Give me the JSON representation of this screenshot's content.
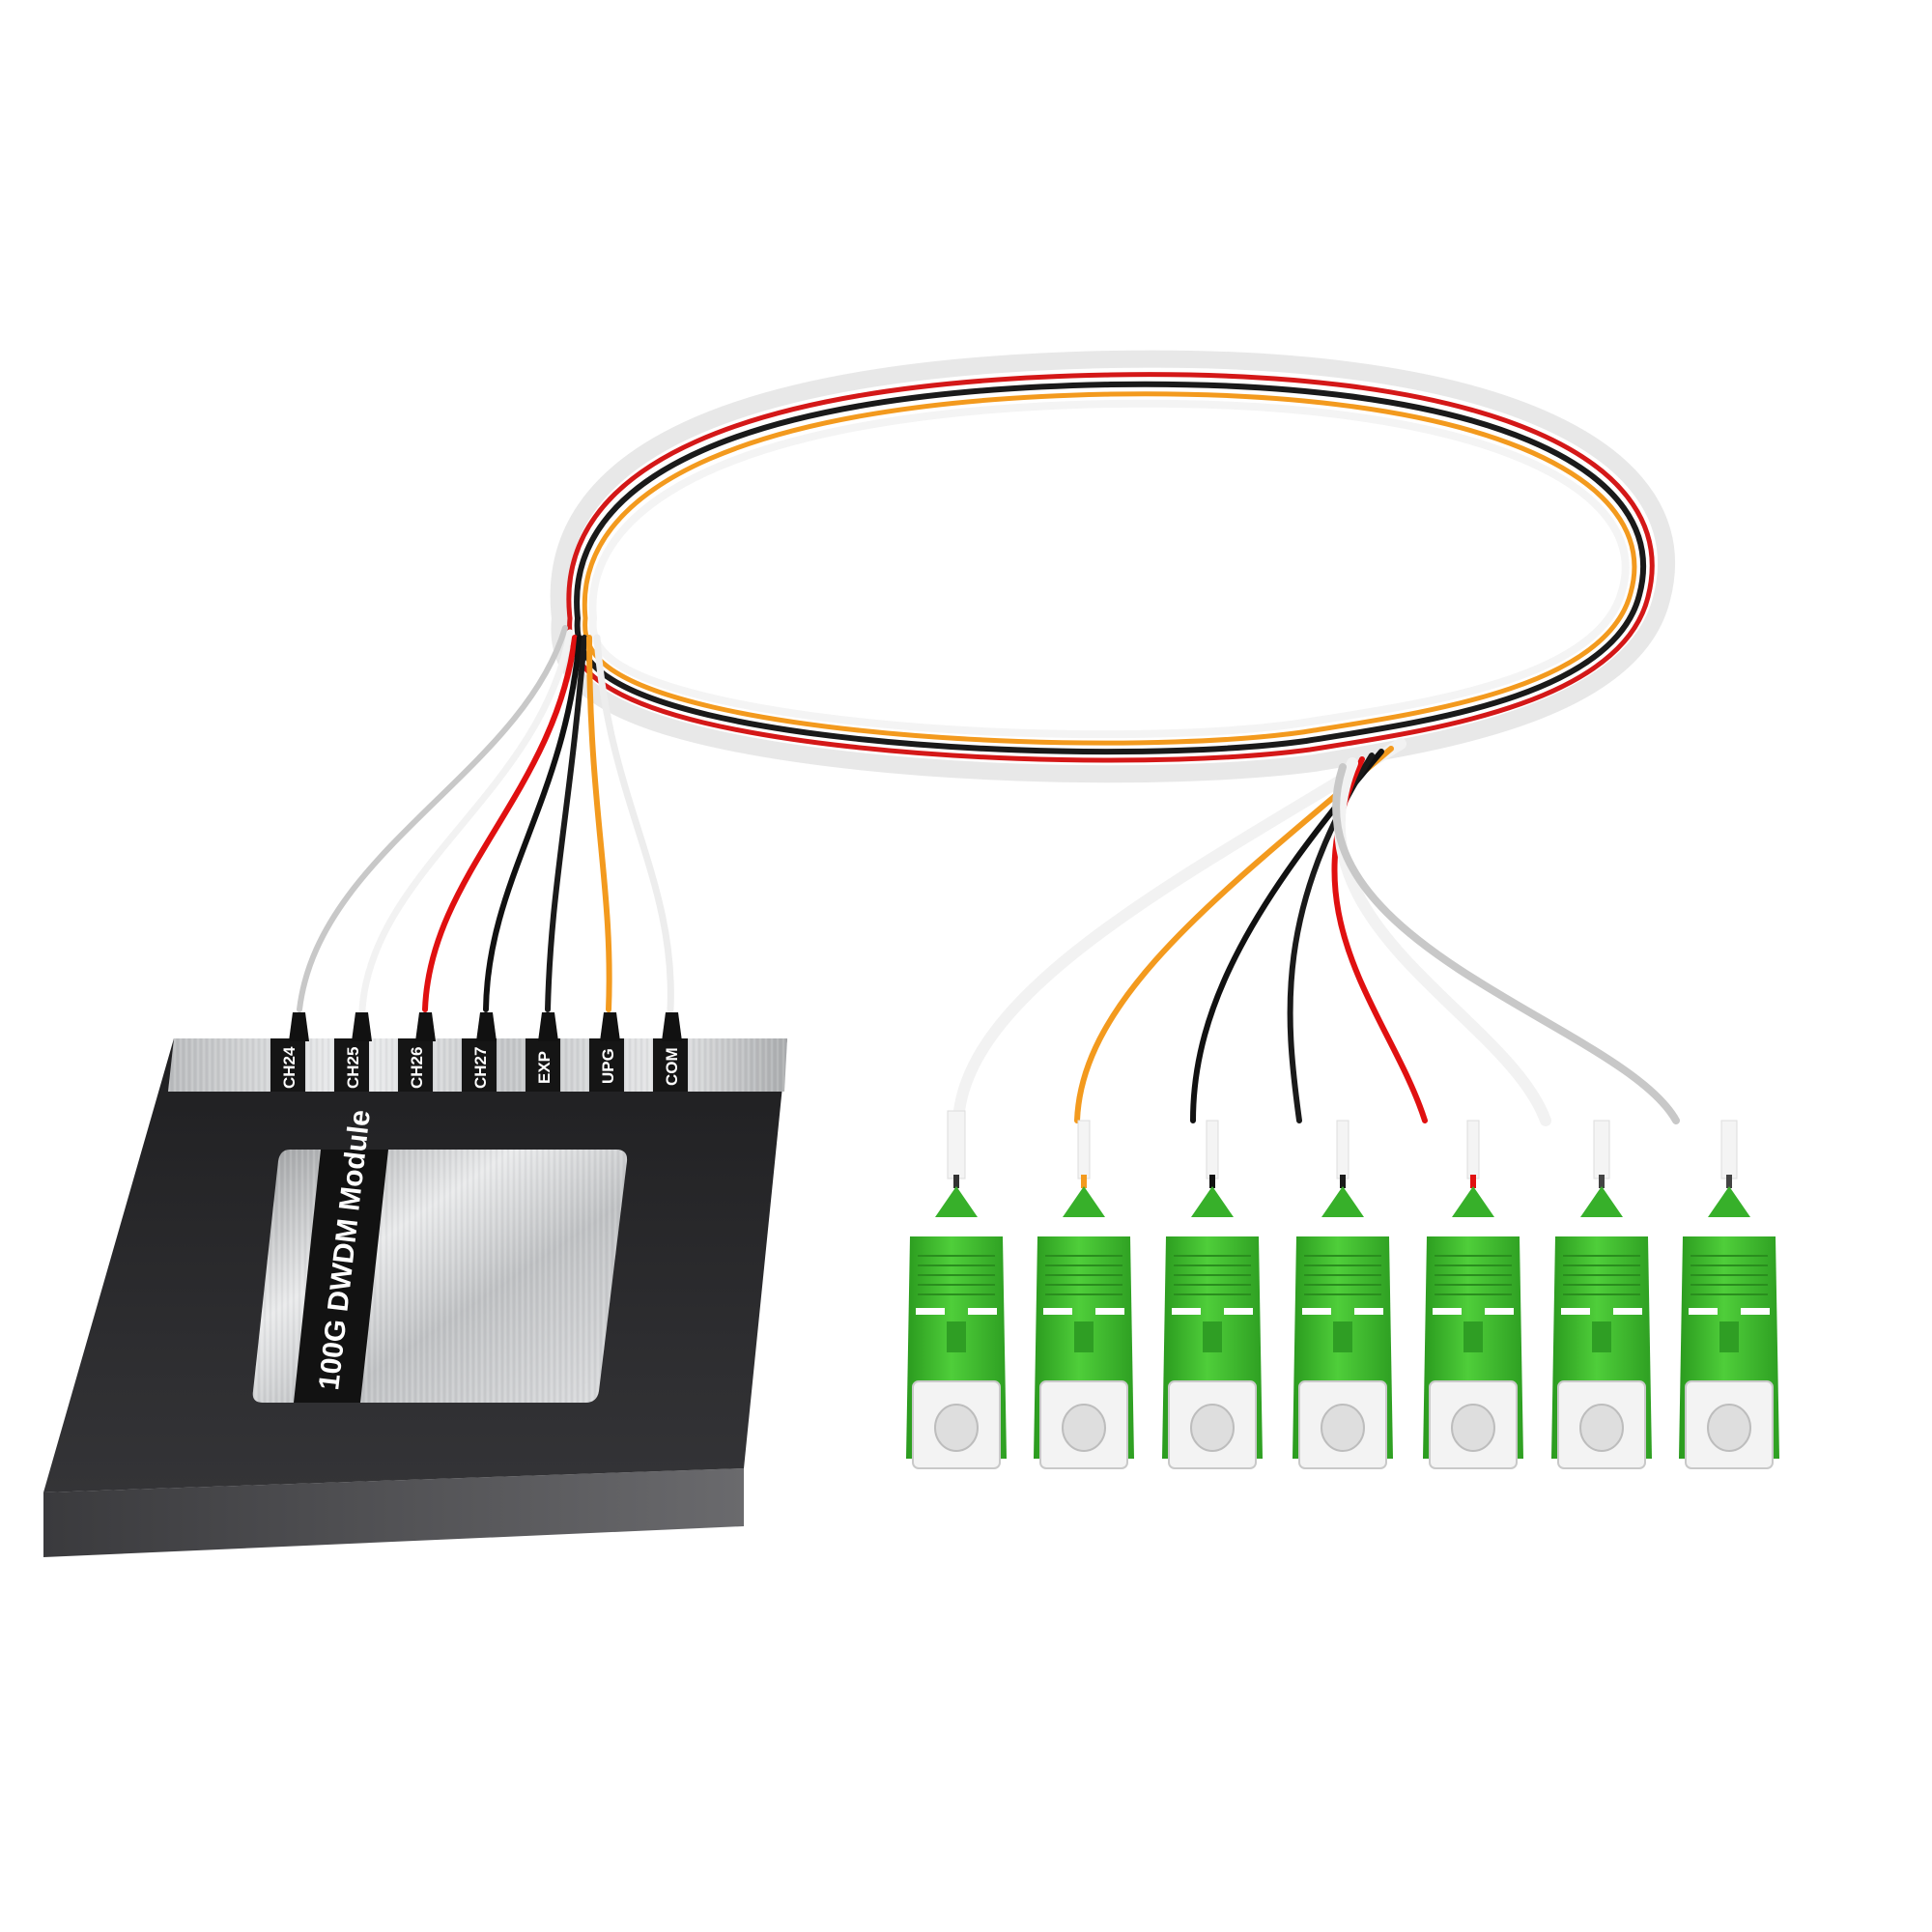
{
  "module": {
    "title": "100G DWDM Module",
    "ports": [
      {
        "label": "CH24",
        "fiber_color": "#c8c8c8"
      },
      {
        "label": "CH25",
        "fiber_color": "#f2f2f2"
      },
      {
        "label": "CH26",
        "fiber_color": "#e01010"
      },
      {
        "label": "CH27",
        "fiber_color": "#111111"
      },
      {
        "label": "EXP",
        "fiber_color": "#1a1a1a"
      },
      {
        "label": "UPG",
        "fiber_color": "#f39a1e"
      },
      {
        "label": "COM",
        "fiber_color": "#ededed"
      }
    ],
    "colors": {
      "body": "#2a2a2c",
      "metal": "#c9cbcd",
      "label_band": "#151515"
    }
  },
  "connectors": {
    "count": 7,
    "type": "SC/APC",
    "color": "#3cba2c",
    "fiber_colors": [
      "#f2f2f2",
      "#f39a1e",
      "#111111",
      "#1a1a1a",
      "#e01010",
      "#f2f2f2",
      "#c8c8c8"
    ]
  }
}
